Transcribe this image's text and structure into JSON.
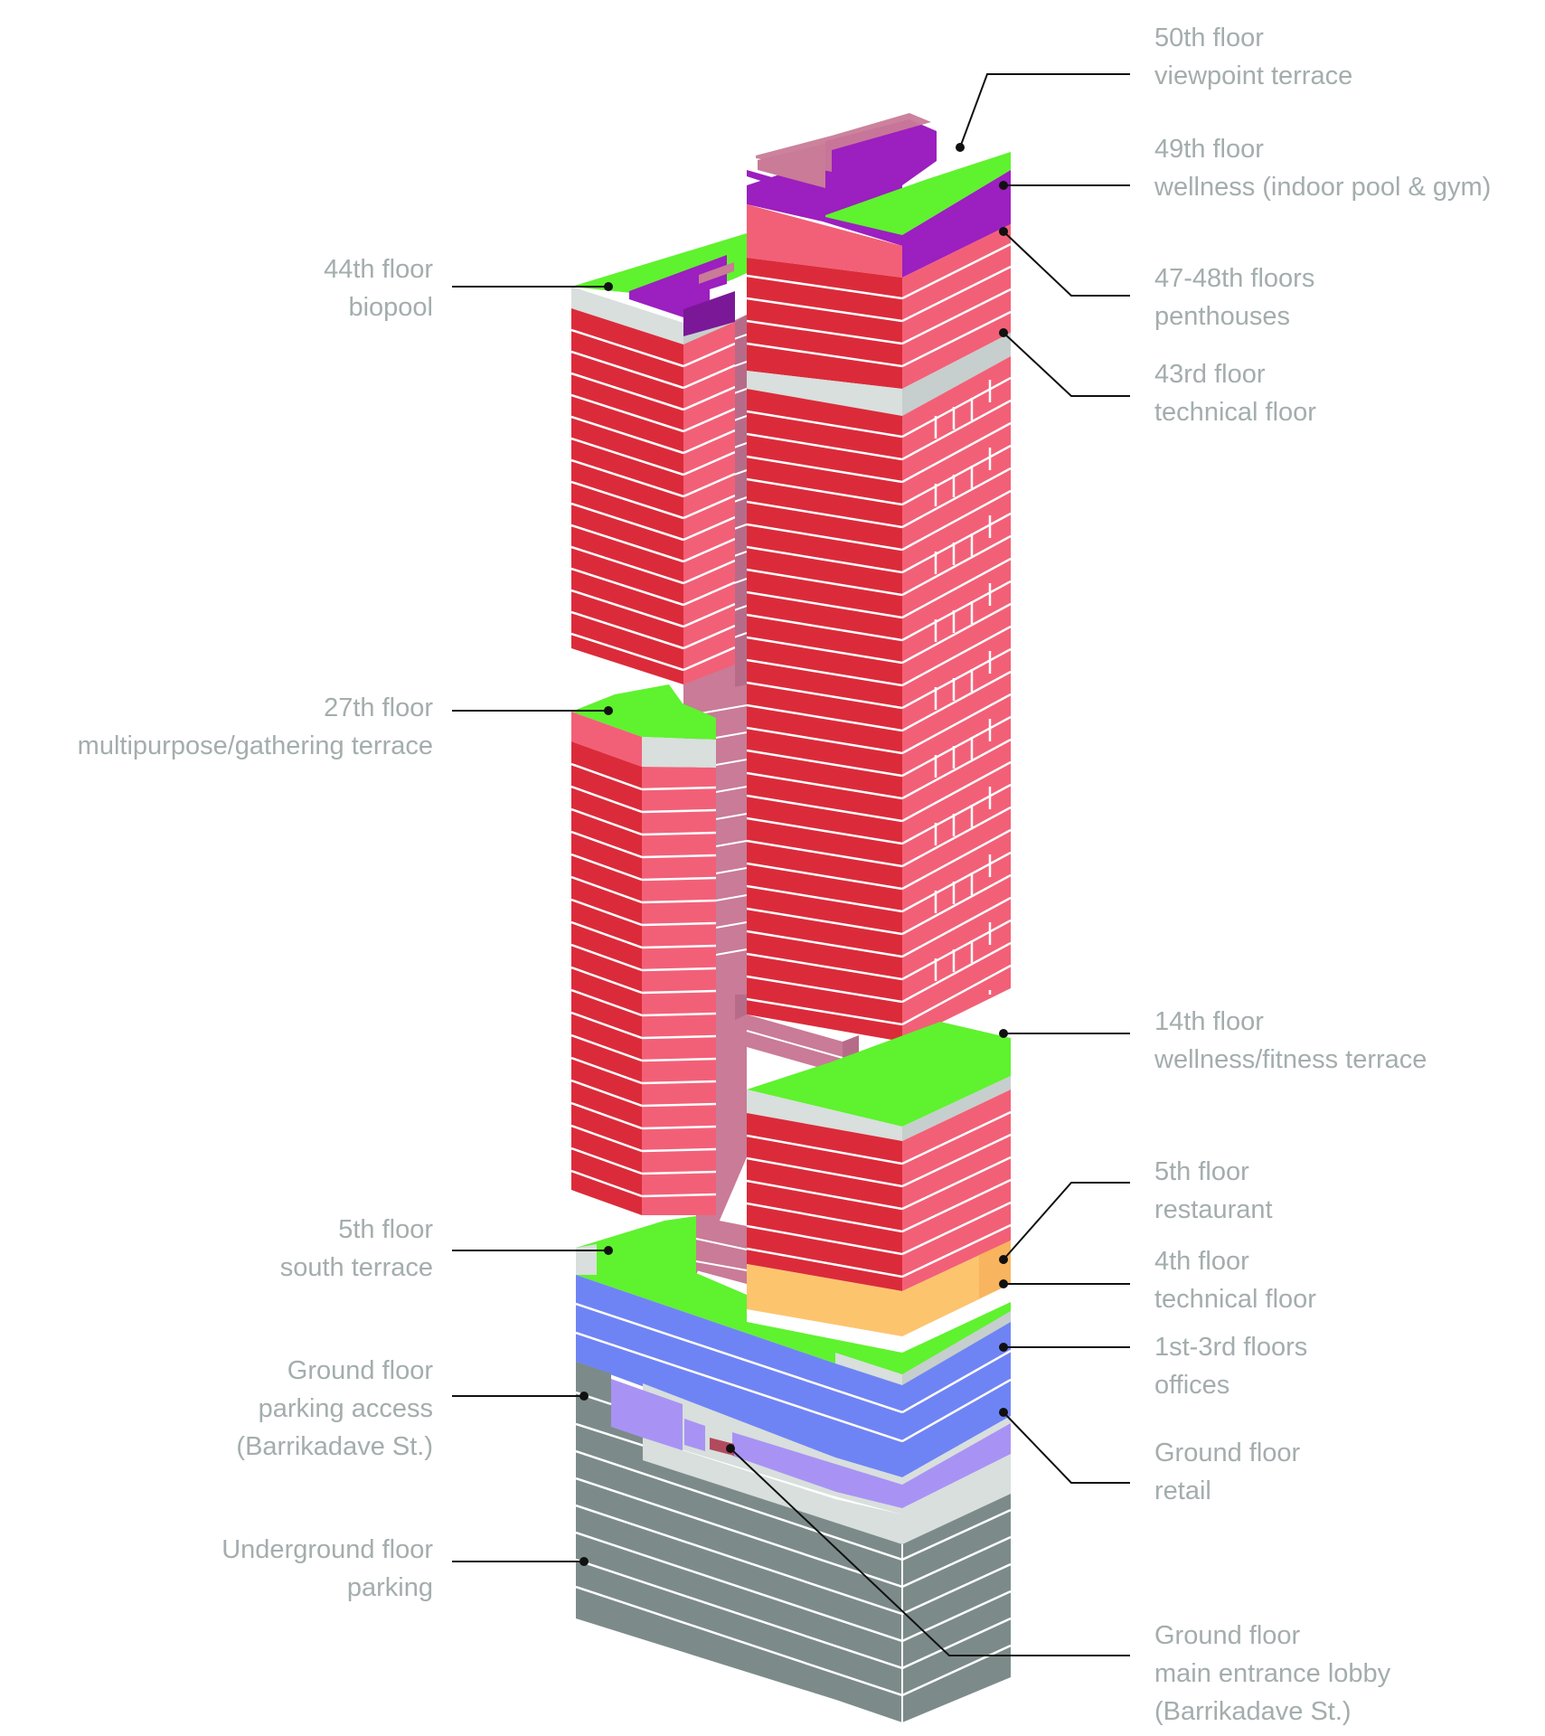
{
  "colors": {
    "terrace_green": "#5ff22f",
    "wellness_purple": "#9c1fbf",
    "penthouse_pink": "#f26077",
    "apartment_red": "#db2b3a",
    "technical_grey": "#d8dfdd",
    "core_mauve": "#c97b97",
    "restaurant_yellow": "#fdc46e",
    "offices_blue": "#6f84f4",
    "retail_lilac": "#a893f4",
    "parking_grey": "#7c8b8a",
    "lobby_dark": "#b24a5e",
    "label_grey": "#a4adad",
    "leader_line": "#111111"
  },
  "labels_left": [
    {
      "id": "biopool",
      "lines": [
        "44th floor",
        "biopool"
      ]
    },
    {
      "id": "gathering-terrace",
      "lines": [
        "27th floor",
        "multipurpose/gathering terrace"
      ]
    },
    {
      "id": "south-terrace",
      "lines": [
        "5th floor",
        "south terrace"
      ]
    },
    {
      "id": "parking-access",
      "lines": [
        "Ground floor",
        "parking access",
        "(Barrikadave St.)"
      ]
    },
    {
      "id": "underground-parking",
      "lines": [
        "Underground floor",
        "parking"
      ]
    }
  ],
  "labels_right": [
    {
      "id": "viewpoint-terrace",
      "lines": [
        "50th floor",
        "viewpoint terrace"
      ]
    },
    {
      "id": "wellness-pool-gym",
      "lines": [
        "49th floor",
        "wellness (indoor pool & gym)"
      ]
    },
    {
      "id": "penthouses",
      "lines": [
        "47-48th floors",
        "penthouses"
      ]
    },
    {
      "id": "technical-43",
      "lines": [
        "43rd floor",
        "technical floor"
      ]
    },
    {
      "id": "fitness-terrace",
      "lines": [
        "14th floor",
        "wellness/fitness terrace"
      ]
    },
    {
      "id": "restaurant",
      "lines": [
        "5th floor",
        "restaurant"
      ]
    },
    {
      "id": "technical-4",
      "lines": [
        "4th floor",
        "technical floor"
      ]
    },
    {
      "id": "offices",
      "lines": [
        "1st-3rd floors",
        "offices"
      ]
    },
    {
      "id": "retail",
      "lines": [
        "Ground floor",
        "retail"
      ]
    },
    {
      "id": "entrance-lobby",
      "lines": [
        "Ground floor",
        "main entrance lobby",
        "(Barrikadave St.)"
      ]
    }
  ]
}
